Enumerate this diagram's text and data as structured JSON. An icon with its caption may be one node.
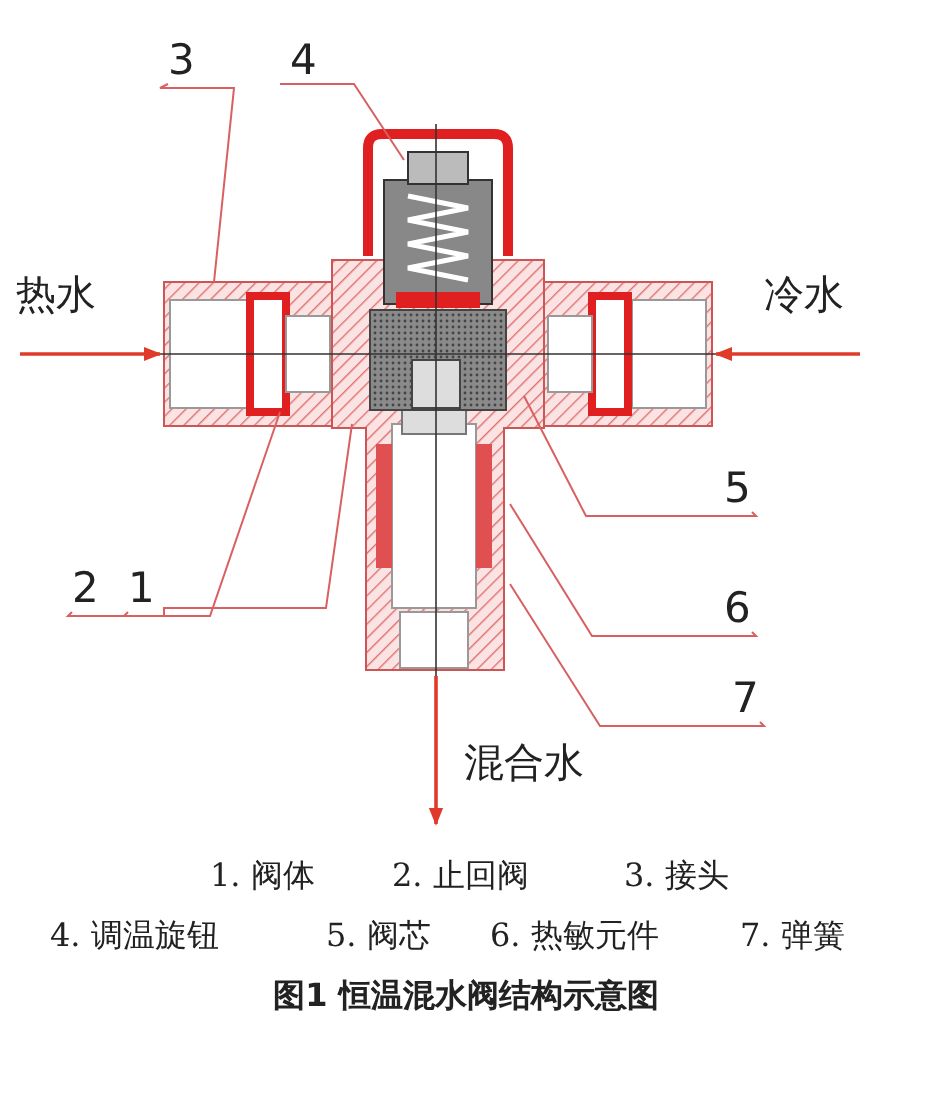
{
  "diagram": {
    "caption": "图1 恒温混水阀结构示意图",
    "nodes": [
      {
        "text": [],
        "shape": "picture"
      },
      {
        "text": [
          "3"
        ]
      },
      {
        "text": [
          "4"
        ]
      },
      {
        "text": [
          "热水"
        ]
      },
      {
        "text": [
          "冷水"
        ]
      },
      {
        "text": [
          "5"
        ]
      },
      {
        "text": [
          "2"
        ]
      },
      {
        "text": [
          "1"
        ]
      },
      {
        "text": [
          "6"
        ]
      },
      {
        "text": [
          "7"
        ]
      },
      {
        "text": [
          "混合水"
        ]
      }
    ],
    "edges": [
      {
        "from": 1,
        "to": 0,
        "arrow": "none"
      },
      {
        "from": 2,
        "to": 0,
        "arrow": "none"
      },
      {
        "from": 3,
        "to": 0,
        "arrow": "to"
      },
      {
        "from": 4,
        "to": 0,
        "arrow": "to"
      },
      {
        "from": 5,
        "to": 0,
        "arrow": "none"
      },
      {
        "from": 6,
        "to": 0,
        "arrow": "none"
      },
      {
        "from": 7,
        "to": 0,
        "arrow": "none"
      },
      {
        "from": 8,
        "to": 0,
        "arrow": "none"
      },
      {
        "from": 9,
        "to": 0,
        "arrow": "none"
      },
      {
        "from": 0,
        "to": 10,
        "arrow": "to"
      }
    ],
    "labels": [
      "1. 阀体",
      "2. 止回阀",
      "3. 接头",
      "4. 调温旋钮",
      "5. 阀芯",
      "6. 热敏元件",
      "7. 弹簧"
    ]
  }
}
